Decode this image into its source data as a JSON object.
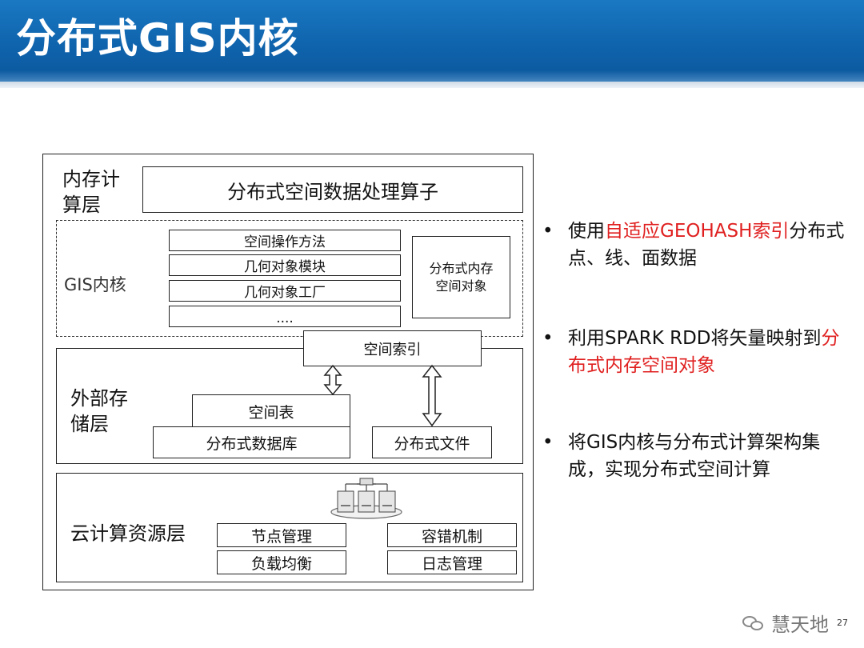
{
  "slide": {
    "title": "分布式GIS内核",
    "page_number": "27"
  },
  "diagram": {
    "memory_layer": {
      "label_line1": "内存计",
      "label_line2": "算层",
      "operator_box": "分布式空间数据处理算子"
    },
    "gis_kernel": {
      "label": "GIS内核",
      "items": [
        "空间操作方法",
        "几何对象模块",
        "几何对象工厂",
        "...."
      ],
      "object_line1": "分布式内存",
      "object_line2": "空间对象"
    },
    "storage_layer": {
      "label_line1": "外部存",
      "label_line2": "储层",
      "spatial_index": "空间索引",
      "spatial_table": "空间表",
      "dist_database": "分布式数据库",
      "dist_file": "分布式文件"
    },
    "cloud_layer": {
      "label": "云计算资源层",
      "node_mgmt": "节点管理",
      "fault_tolerance": "容错机制",
      "load_balance": "负载均衡",
      "log_mgmt": "日志管理"
    }
  },
  "bullets": [
    {
      "marker": "•",
      "pre": "使用",
      "highlight": "自适应GEOHASH索引",
      "post": "分布式点、线、面数据"
    },
    {
      "marker": "•",
      "pre": "利用SPARK RDD将矢量映射到",
      "highlight": "分布式内存空间对象",
      "post": ""
    },
    {
      "marker": "•",
      "pre": "将GIS内核与分布式计算架构集成，实现分布式空间计算",
      "highlight": "",
      "post": ""
    }
  ],
  "watermark": {
    "icon": "wechat-icon",
    "text": "慧天地"
  },
  "colors": {
    "title_bar": "#0f64ad",
    "highlight": "#e02020"
  }
}
